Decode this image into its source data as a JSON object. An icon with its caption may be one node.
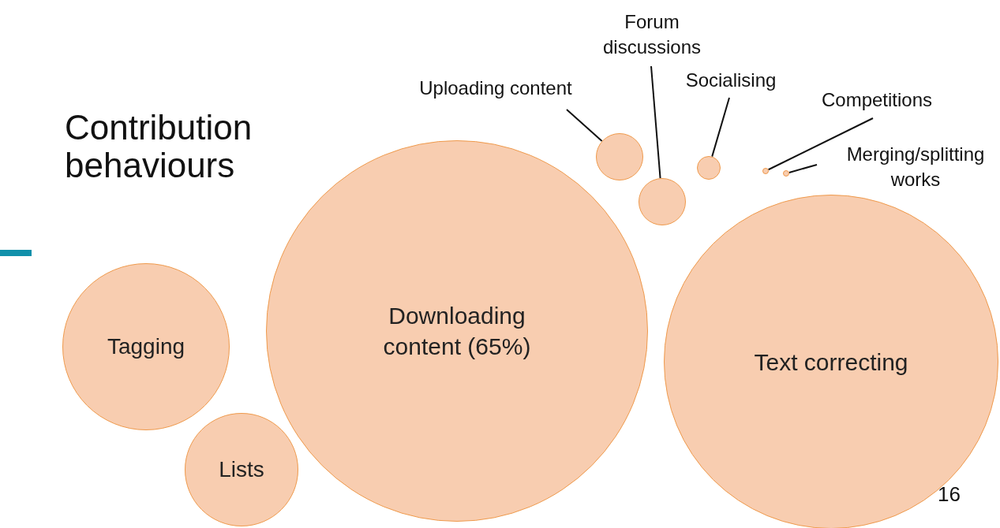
{
  "diagram": {
    "title": "Contribution behaviours",
    "nodes": [
      {
        "text": [
          "Tagging"
        ]
      },
      {
        "text": [
          "Lists"
        ]
      },
      {
        "text": [
          "Downloading content (65%)"
        ]
      },
      {
        "text": [
          "Text correcting"
        ]
      },
      {
        "text": [
          "Uploading content"
        ]
      },
      {
        "text": [
          "Forum discussions"
        ]
      },
      {
        "text": [
          "Socialising"
        ]
      },
      {
        "text": [
          "Competitions"
        ]
      },
      {
        "text": [
          "Merging/splitting works"
        ]
      },
      {
        "text": [],
        "shape": "circle"
      },
      {
        "text": [],
        "shape": "circle"
      },
      {
        "text": [],
        "shape": "circle"
      },
      {
        "text": [],
        "shape": "circle"
      },
      {
        "text": [],
        "shape": "circle"
      }
    ],
    "edges": [
      {
        "from": 4,
        "to": 9,
        "arrow": "none"
      },
      {
        "from": 5,
        "to": 10,
        "arrow": "none"
      },
      {
        "from": 6,
        "to": 11,
        "arrow": "none"
      },
      {
        "from": 7,
        "to": 12,
        "arrow": "none"
      },
      {
        "from": 8,
        "to": 13,
        "arrow": "none"
      }
    ],
    "labels": [
      "16"
    ]
  }
}
